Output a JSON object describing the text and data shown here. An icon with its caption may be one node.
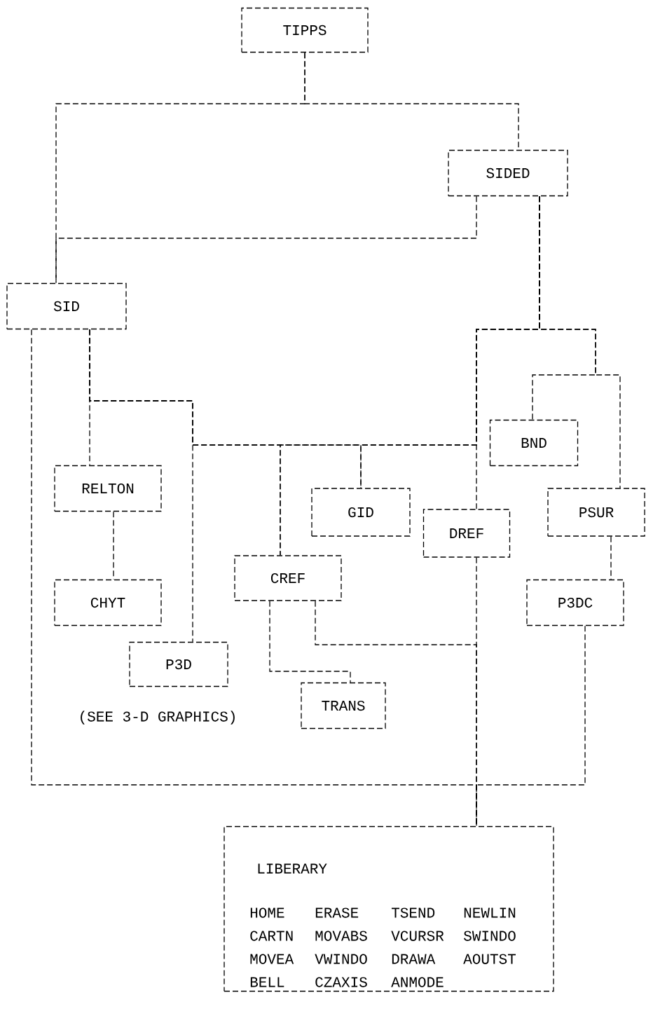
{
  "diagram": {
    "nodes": [
      {
        "text": [
          "TIPPS"
        ]
      },
      {
        "text": [
          "SIDED"
        ]
      },
      {
        "text": [
          "SID"
        ]
      },
      {
        "text": [
          "BND"
        ]
      },
      {
        "text": [
          "RELTON"
        ]
      },
      {
        "text": [
          "GID"
        ]
      },
      {
        "text": [
          "DREF"
        ]
      },
      {
        "text": [
          "PSUR"
        ]
      },
      {
        "text": [
          "CREF"
        ]
      },
      {
        "text": [
          "CHYT"
        ]
      },
      {
        "text": [
          "P3DC"
        ]
      },
      {
        "text": [
          "P3D"
        ],
        "beside": [
          "(SEE 3-D GRAPHICS)"
        ]
      },
      {
        "text": [
          "TRANS"
        ]
      },
      {
        "text": [
          "LIBERARY",
          "HOME",
          "ERASE",
          "TSEND",
          "NEWLIN",
          "CARTN",
          "MOVABS",
          "VCURSR",
          "SWINDO",
          "MOVEA",
          "VWINDO",
          "DRAWA",
          "AOUTST",
          "BELL",
          "CZAXIS",
          "ANMODE"
        ]
      }
    ],
    "edges": [
      {
        "from": 0,
        "to": 2,
        "arrow": "none"
      },
      {
        "from": 0,
        "to": 1,
        "arrow": "none"
      },
      {
        "from": 1,
        "to": 2,
        "arrow": "none"
      },
      {
        "from": 1,
        "to": 6,
        "arrow": "none"
      },
      {
        "from": 1,
        "to": 3,
        "arrow": "none"
      },
      {
        "from": 1,
        "to": 7,
        "arrow": "none"
      },
      {
        "from": 7,
        "to": 10,
        "arrow": "none"
      },
      {
        "from": 2,
        "to": 4,
        "arrow": "none"
      },
      {
        "from": 2,
        "to": 11,
        "arrow": "none"
      },
      {
        "from": 4,
        "to": 9,
        "arrow": "none"
      },
      {
        "from": 2,
        "to": 8,
        "arrow": "none"
      },
      {
        "from": 2,
        "to": 5,
        "arrow": "none"
      },
      {
        "from": 1,
        "to": 8,
        "arrow": "none"
      },
      {
        "from": 1,
        "to": 5,
        "arrow": "none"
      },
      {
        "from": 8,
        "to": 12,
        "arrow": "none"
      },
      {
        "from": 2,
        "to": 13,
        "arrow": "none"
      },
      {
        "from": 8,
        "to": 13,
        "arrow": "none"
      },
      {
        "from": 6,
        "to": 13,
        "arrow": "none"
      },
      {
        "from": 10,
        "to": 13,
        "arrow": "none"
      }
    ]
  }
}
